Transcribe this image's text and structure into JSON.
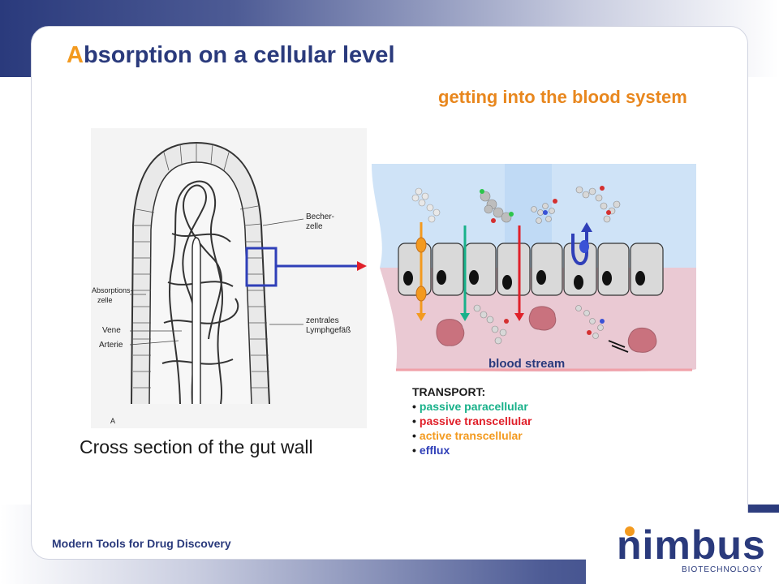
{
  "slide": {
    "title_first_letter": "A",
    "title_rest": "bsorption on a cellular level",
    "subtitle": "getting into the blood system",
    "caption": "Cross section of the gut wall",
    "footer": "Modern Tools for Drug Discovery"
  },
  "histology": {
    "labels": {
      "becherzelle": [
        "Becher-",
        "zelle"
      ],
      "absorptionszelle": [
        "Absorptions-",
        "zelle"
      ],
      "vene": "Vene",
      "arterie": "Arterie",
      "lymph": [
        "zentrales",
        "Lymphgefäß"
      ],
      "figure_letter": "A"
    }
  },
  "diagram": {
    "blood_stream_label": "blood stream",
    "colors": {
      "lumen": "#cfe3f7",
      "blood": "#eac9d3",
      "paracellular": "#19b18a",
      "transcellular": "#e0202a",
      "active": "#f39a1f",
      "efflux": "#2f3fb8"
    }
  },
  "transport": {
    "heading": "TRANSPORT:",
    "items": [
      {
        "label": "passive paracellular",
        "color": "#19b18a"
      },
      {
        "label": "passive transcellular",
        "color": "#e0202a"
      },
      {
        "label": "active transcellular",
        "color": "#f39a1f"
      },
      {
        "label": "efflux",
        "color": "#2f3fb8"
      }
    ]
  },
  "logo": {
    "name": "nimbus",
    "tagline": "BIOTECHNOLOGY",
    "accent": "#f39a1f",
    "brand": "#2a3a7c"
  }
}
